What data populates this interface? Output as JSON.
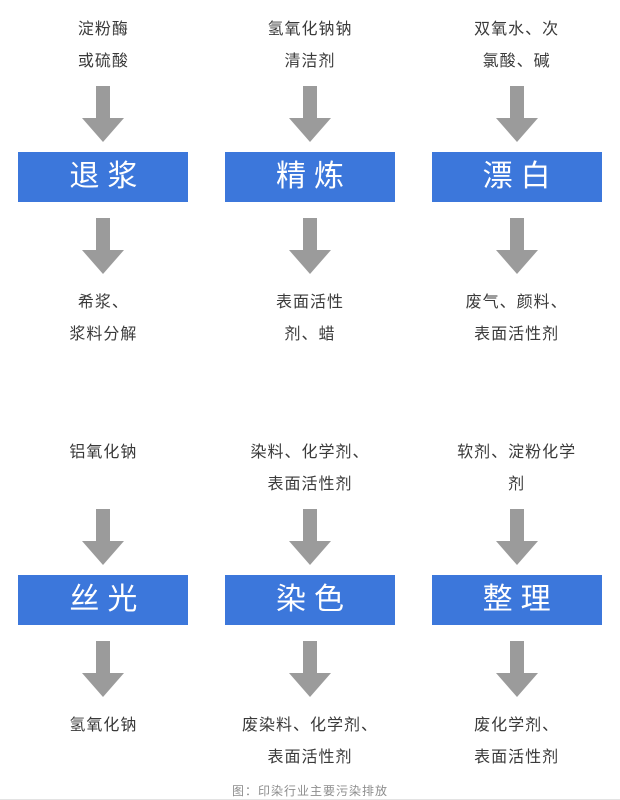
{
  "caption": "图：印染行业主要污染排放",
  "colors": {
    "box_blue": "#3c77db",
    "arrow_gray": "#9b9b9b",
    "text_dark": "#3a3a3a",
    "caption_gray": "#8d8d8d"
  },
  "rows": [
    {
      "steps": [
        {
          "input_lines": [
            "淀粉酶",
            "或硫酸"
          ],
          "process": "退浆",
          "output_lines": [
            "希浆、",
            "浆料分解"
          ]
        },
        {
          "input_lines": [
            "氢氧化钠钠",
            "清洁剂"
          ],
          "process": "精炼",
          "output_lines": [
            "表面活性",
            "剂、蜡"
          ]
        },
        {
          "input_lines": [
            "双氧水、次",
            "氯酸、碱"
          ],
          "process": "漂白",
          "output_lines": [
            "废气、颜料、",
            "表面活性剂"
          ]
        }
      ]
    },
    {
      "steps": [
        {
          "input_lines": [
            "铝氧化钠"
          ],
          "process": "丝光",
          "output_lines": [
            "氢氧化钠"
          ]
        },
        {
          "input_lines": [
            "染料、化学剂、",
            "表面活性剂"
          ],
          "process": "染色",
          "output_lines": [
            "废染料、化学剂、",
            "表面活性剂"
          ]
        },
        {
          "input_lines": [
            "软剂、淀粉化学",
            "剂"
          ],
          "process": "整理",
          "output_lines": [
            "废化学剂、",
            "表面活性剂"
          ]
        }
      ]
    }
  ]
}
